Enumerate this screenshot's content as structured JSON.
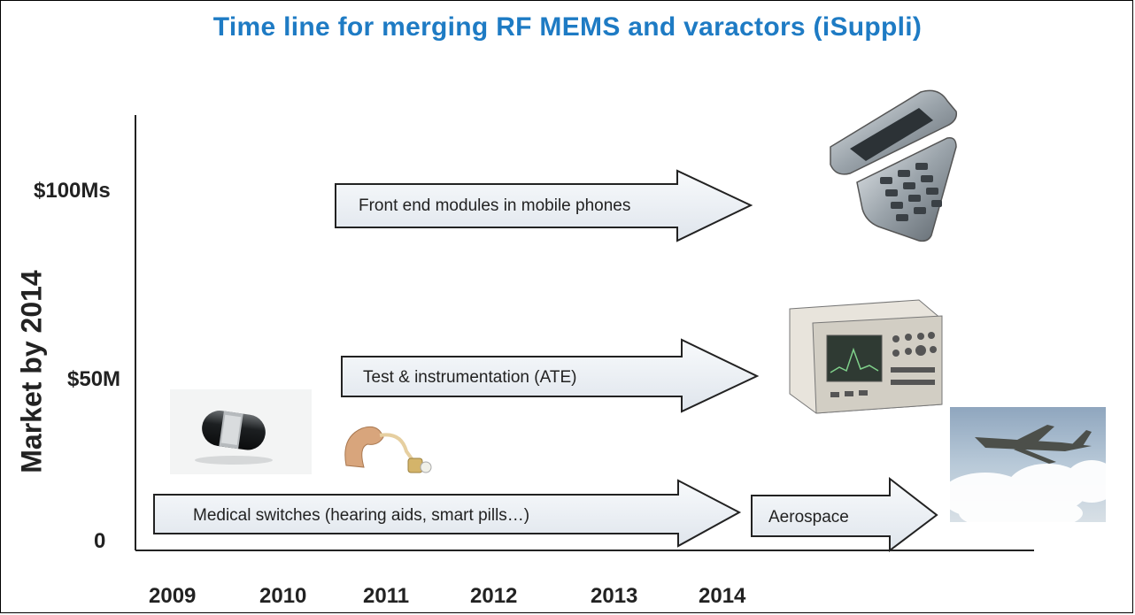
{
  "title": "Time line for merging RF MEMS and varactors (iSuppli)",
  "y_axis": {
    "label": "Market by 2014",
    "ticks": [
      "$100Ms",
      "$50M",
      "0"
    ]
  },
  "x_axis": {
    "ticks": [
      "2009",
      "2010",
      "2011",
      "2012",
      "2013",
      "2014"
    ]
  },
  "arrows": [
    {
      "label": "Front end modules in mobile phones"
    },
    {
      "label": "Test & instrumentation (ATE)"
    },
    {
      "label": "Medical switches (hearing aids, smart pills…)"
    },
    {
      "label": "Aerospace"
    }
  ],
  "images": [
    "flip-phone",
    "spectrum-analyzer",
    "smart-pill",
    "hearing-aid",
    "fighter-jet"
  ],
  "colors": {
    "title": "#1e7bc4",
    "arrow_fill": "#eef2f6",
    "arrow_stroke": "#222222"
  }
}
